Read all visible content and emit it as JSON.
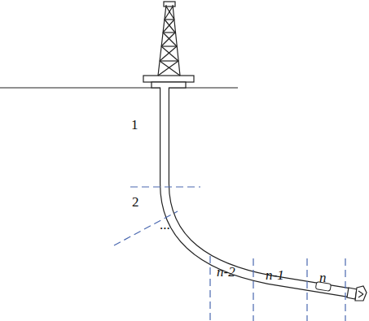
{
  "diagram": {
    "labels": [
      "1",
      "2",
      "...",
      "n-2",
      "n-1",
      "n"
    ]
  }
}
